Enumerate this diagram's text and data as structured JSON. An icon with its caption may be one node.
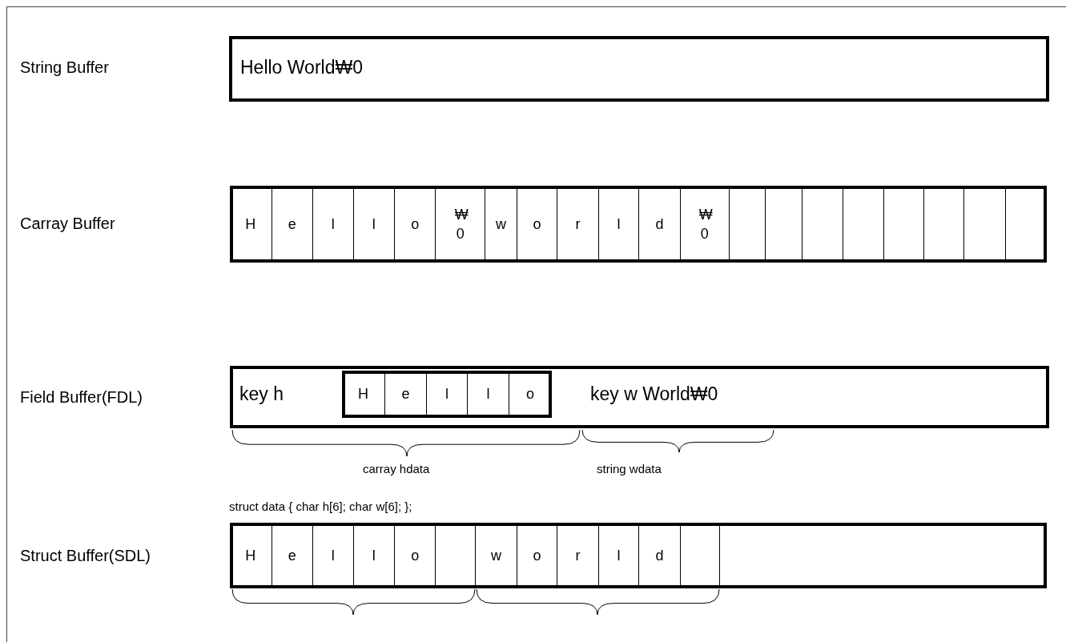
{
  "diagram": {
    "nodes": [
      {
        "text": [
          "Hello World₩0"
        ]
      },
      {
        "text": [],
        "shape": "box"
      },
      {
        "text": [
          "H"
        ],
        "in": 1
      },
      {
        "text": [
          "e"
        ],
        "in": 1
      },
      {
        "text": [
          "l"
        ],
        "in": 1
      },
      {
        "text": [
          "l"
        ],
        "in": 1
      },
      {
        "text": [
          "o"
        ],
        "in": 1
      },
      {
        "text": [
          "₩ 0"
        ],
        "in": 1
      },
      {
        "text": [
          "w"
        ],
        "in": 1
      },
      {
        "text": [
          "o"
        ],
        "in": 1
      },
      {
        "text": [
          "r"
        ],
        "in": 1
      },
      {
        "text": [
          "l"
        ],
        "in": 1
      },
      {
        "text": [
          "d"
        ],
        "in": 1
      },
      {
        "text": [
          "₩ 0"
        ],
        "in": 1
      },
      {
        "text": [],
        "shape": "box",
        "in": 1
      },
      {
        "text": [],
        "shape": "box",
        "in": 1
      },
      {
        "text": [],
        "shape": "box",
        "in": 1
      },
      {
        "text": [],
        "shape": "box",
        "in": 1
      },
      {
        "text": [],
        "shape": "box",
        "in": 1
      },
      {
        "text": [],
        "shape": "box",
        "in": 1
      },
      {
        "text": [],
        "shape": "box",
        "in": 1
      },
      {
        "text": [],
        "shape": "box",
        "in": 1
      },
      {
        "text": [
          "key h",
          "key w World₩0"
        ]
      },
      {
        "text": [],
        "shape": "box",
        "in": 22
      },
      {
        "text": [
          "H"
        ],
        "in": 23
      },
      {
        "text": [
          "e"
        ],
        "in": 23
      },
      {
        "text": [
          "l"
        ],
        "in": 23
      },
      {
        "text": [
          "l"
        ],
        "in": 23
      },
      {
        "text": [
          "o"
        ],
        "in": 23
      },
      {
        "text": [],
        "shape": "box"
      },
      {
        "text": [
          "H"
        ],
        "in": 29
      },
      {
        "text": [
          "e"
        ],
        "in": 29
      },
      {
        "text": [
          "l"
        ],
        "in": 29
      },
      {
        "text": [
          "l"
        ],
        "in": 29
      },
      {
        "text": [
          "o"
        ],
        "in": 29
      },
      {
        "text": [],
        "shape": "box",
        "in": 29
      },
      {
        "text": [
          "w"
        ],
        "in": 29
      },
      {
        "text": [
          "o"
        ],
        "in": 29
      },
      {
        "text": [
          "r"
        ],
        "in": 29
      },
      {
        "text": [
          "l"
        ],
        "in": 29
      },
      {
        "text": [
          "d"
        ],
        "in": 29
      },
      {
        "text": [],
        "shape": "box",
        "in": 29
      }
    ],
    "edges": [],
    "labels": [
      "String Buffer",
      "Carray Buffer",
      "Field Buffer(FDL)",
      "carray hdata",
      "string wdata",
      "struct data { char h[6]; char w[6]; };",
      "Struct Buffer(SDL)"
    ]
  }
}
